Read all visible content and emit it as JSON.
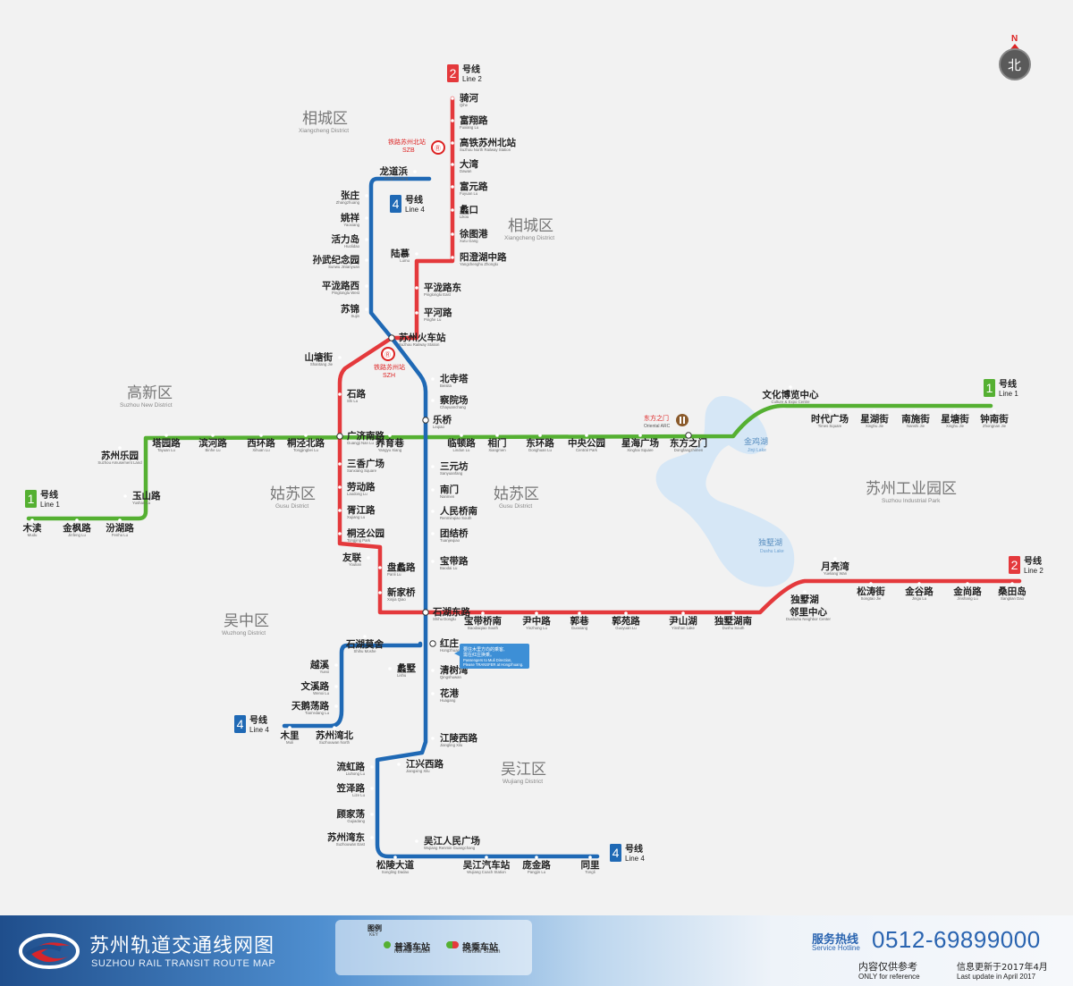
{
  "compass": {
    "north_letter": "N",
    "north_cn": "北"
  },
  "colors": {
    "line1": "#55b032",
    "line2": "#e4393c",
    "line4": "#1f69b5",
    "lake": "#d6e7f6",
    "background": "#f2f2f2"
  },
  "line_labels": [
    {
      "number": "2",
      "cn": "号线",
      "en": "Line 2",
      "color": "line2"
    },
    {
      "number": "4",
      "cn": "号线",
      "en": "Line 4",
      "color": "line4"
    },
    {
      "number": "1",
      "cn": "号线",
      "en": "Line 1",
      "color": "line1"
    },
    {
      "number": "1",
      "cn": "号线",
      "en": "Line 1",
      "color": "line1"
    },
    {
      "number": "2",
      "cn": "号线",
      "en": "Line 2",
      "color": "line2"
    },
    {
      "number": "4",
      "cn": "号线",
      "en": "Line 4",
      "color": "line4"
    },
    {
      "number": "4",
      "cn": "号线",
      "en": "Line 4",
      "color": "line4"
    }
  ],
  "districts": [
    {
      "cn": "相城区",
      "en": "Xiangcheng District"
    },
    {
      "cn": "相城区",
      "en": "Xiangcheng District"
    },
    {
      "cn": "高新区",
      "en": "Suzhou New District"
    },
    {
      "cn": "姑苏区",
      "en": "Gusu District"
    },
    {
      "cn": "姑苏区",
      "en": "Gusu District"
    },
    {
      "cn": "苏州工业园区",
      "en": "Suzhou Industrial Park"
    },
    {
      "cn": "吴中区",
      "en": "Wuzhong District"
    },
    {
      "cn": "吴江区",
      "en": "Wujiang District"
    }
  ],
  "lakes": [
    {
      "cn": "金鸡湖",
      "en": "Jinji Lake"
    },
    {
      "cn": "独墅湖",
      "en": "Dushu Lake"
    }
  ],
  "rail_stations": [
    {
      "cn": "铁路苏州北站",
      "en": "SZB"
    },
    {
      "cn": "铁路苏州站",
      "en": "SZH"
    }
  ],
  "landmark": {
    "cn": "东方之门",
    "en": "Oriental ARC"
  },
  "note": {
    "cn1": "要往木里方向的乘客,",
    "cn2": "需在红庄换乘。",
    "en1": "Passengers to Muli Direction,",
    "en2": "Please TRANSFER at Hongzhuang."
  },
  "stations": [
    {
      "cn": "骑河",
      "en": "Qihe"
    },
    {
      "cn": "富翔路",
      "en": "Fuxiang Lu"
    },
    {
      "cn": "高铁苏州北站",
      "en": "Suzhou North Railway Station"
    },
    {
      "cn": "大湾",
      "en": "Dawan"
    },
    {
      "cn": "富元路",
      "en": "Fuyuan Lu"
    },
    {
      "cn": "蠡口",
      "en": "Likou"
    },
    {
      "cn": "徐图港",
      "en": "Xutu Gang"
    },
    {
      "cn": "阳澄湖中路",
      "en": "Yangchenghu Zhonglu"
    },
    {
      "cn": "陆慕",
      "en": "Lumu"
    },
    {
      "cn": "平泷路东",
      "en": "Pinglonglu East"
    },
    {
      "cn": "平河路",
      "en": "Pinghe Lu"
    },
    {
      "cn": "苏州火车站",
      "en": "Suzhou Railway Station"
    },
    {
      "cn": "山塘街",
      "en": "Shantang Jie"
    },
    {
      "cn": "石路",
      "en": "Shi Lu"
    },
    {
      "cn": "广济南路",
      "en": "Guangji Nan Lu"
    },
    {
      "cn": "三香广场",
      "en": "Sanxiang Square"
    },
    {
      "cn": "劳动路",
      "en": "Laodong Lu"
    },
    {
      "cn": "胥江路",
      "en": "Xujiang Lu"
    },
    {
      "cn": "桐泾公园",
      "en": "Tongjing Park"
    },
    {
      "cn": "友联",
      "en": "Youlian"
    },
    {
      "cn": "盘蠡路",
      "en": "Panli Lu"
    },
    {
      "cn": "新家桥",
      "en": "Xinjia Qiao"
    },
    {
      "cn": "石湖东路",
      "en": "Shihu Donglu"
    },
    {
      "cn": "宝带桥南",
      "en": "Baodaiqiao South"
    },
    {
      "cn": "尹中路",
      "en": "Yinzhong Lu"
    },
    {
      "cn": "郭巷",
      "en": "Guoxiang"
    },
    {
      "cn": "郭苑路",
      "en": "Guoyuan Lu"
    },
    {
      "cn": "尹山湖",
      "en": "Yinshan Lake"
    },
    {
      "cn": "独墅湖南",
      "en": "Dushu South"
    },
    {
      "cn": "独墅湖",
      "en": ""
    },
    {
      "cn": "邻里中心",
      "en": "Dushuhu Neighbor Center"
    },
    {
      "cn": "月亮湾",
      "en": "Yueliang Wan"
    },
    {
      "cn": "松涛街",
      "en": "Songtao Jie"
    },
    {
      "cn": "金谷路",
      "en": "Jingu Lu"
    },
    {
      "cn": "金尚路",
      "en": "Jinshang Lu"
    },
    {
      "cn": "桑田岛",
      "en": "Sangtian Dao"
    },
    {
      "cn": "木渎",
      "en": "Mudu"
    },
    {
      "cn": "金枫路",
      "en": "Jinfeng Lu"
    },
    {
      "cn": "汾湖路",
      "en": "Fenhu Lu"
    },
    {
      "cn": "玉山路",
      "en": "Yushan Lu"
    },
    {
      "cn": "苏州乐园",
      "en": "Suzhou Amusement Land"
    },
    {
      "cn": "塔园路",
      "en": "Tayuan Lu"
    },
    {
      "cn": "滨河路",
      "en": "Binhe Lu"
    },
    {
      "cn": "西环路",
      "en": "Xihuan Lu"
    },
    {
      "cn": "桐泾北路",
      "en": "Tongjingbei Lu"
    },
    {
      "cn": "养育巷",
      "en": "Yangyu Xiang"
    },
    {
      "cn": "乐桥",
      "en": "Leqiao"
    },
    {
      "cn": "临顿路",
      "en": "Lindun Lu"
    },
    {
      "cn": "相门",
      "en": "Xiangmen"
    },
    {
      "cn": "东环路",
      "en": "Donghuan Lu"
    },
    {
      "cn": "中央公园",
      "en": "Central Park"
    },
    {
      "cn": "星海广场",
      "en": "Xinghai Square"
    },
    {
      "cn": "东方之门",
      "en": "Dongfangzhimen"
    },
    {
      "cn": "文化博览中心",
      "en": "Culture & Expo Centre"
    },
    {
      "cn": "时代广场",
      "en": "Times Square"
    },
    {
      "cn": "星湖街",
      "en": "Xinghu Jie"
    },
    {
      "cn": "南施街",
      "en": "Nanshi Jie"
    },
    {
      "cn": "星塘街",
      "en": "Xinghu Jie"
    },
    {
      "cn": "钟南街",
      "en": "Zhongnan Jie"
    },
    {
      "cn": "龙道浜",
      "en": "Longdaobang"
    },
    {
      "cn": "张庄",
      "en": "Zhangzhuang"
    },
    {
      "cn": "姚祥",
      "en": "Yaoxiang"
    },
    {
      "cn": "活力岛",
      "en": "Huolidao"
    },
    {
      "cn": "孙武纪念园",
      "en": "Sunwu Jinianyuan"
    },
    {
      "cn": "平泷路西",
      "en": "Pinglonglu West"
    },
    {
      "cn": "苏锦",
      "en": "Sujin"
    },
    {
      "cn": "北寺塔",
      "en": "Beisita"
    },
    {
      "cn": "察院场",
      "en": "Chayuanchang"
    },
    {
      "cn": "三元坊",
      "en": "Sanyuanfang"
    },
    {
      "cn": "南门",
      "en": "Nanmen"
    },
    {
      "cn": "人民桥南",
      "en": "Renminqiao South"
    },
    {
      "cn": "团结桥",
      "en": "Tuanjieqiao"
    },
    {
      "cn": "宝带路",
      "en": "Baodai Lu"
    },
    {
      "cn": "红庄",
      "en": "Hongzhuang"
    },
    {
      "cn": "清树湾",
      "en": "Qingshuwan"
    },
    {
      "cn": "花港",
      "en": "Huagang"
    },
    {
      "cn": "江陵西路",
      "en": "Jiangling Xilu"
    },
    {
      "cn": "江兴西路",
      "en": "Jiangxing Xilu"
    },
    {
      "cn": "流虹路",
      "en": "Liuhong Lu"
    },
    {
      "cn": "笠泽路",
      "en": "Lize Lu"
    },
    {
      "cn": "顾家荡",
      "en": "Gujiadang"
    },
    {
      "cn": "苏州湾东",
      "en": "Suzhouwan East"
    },
    {
      "cn": "松陵大道",
      "en": "Songling Dadao"
    },
    {
      "cn": "吴江人民广场",
      "en": "Wujiang Renmin Guangchang"
    },
    {
      "cn": "吴江汽车站",
      "en": "Wujiang Coach Station"
    },
    {
      "cn": "庞金路",
      "en": "Pangjin Lu"
    },
    {
      "cn": "同里",
      "en": "Tongli"
    },
    {
      "cn": "石湖莫舍",
      "en": "Shihu Moshe"
    },
    {
      "cn": "蠡墅",
      "en": "Lishu"
    },
    {
      "cn": "越溪",
      "en": "Yuexi"
    },
    {
      "cn": "文溪路",
      "en": "Wenxi Lu"
    },
    {
      "cn": "天鹅荡路",
      "en": "Tian'edang Lu"
    },
    {
      "cn": "苏州湾北",
      "en": "Suzhouwan North"
    },
    {
      "cn": "木里",
      "en": "Muli"
    }
  ],
  "footer": {
    "title": "苏州轨道交通线网图",
    "subtitle": "SUZHOU RAIL TRANSIT ROUTE MAP",
    "legend_caption": "图例",
    "legend_caption_en": "KEY",
    "normal_cn": "普通车站",
    "normal_en": "Normal Station",
    "transfer_cn": "换乘车站",
    "transfer_en": "Transfer Station",
    "hotline_cn": "服务热线",
    "hotline_en": "Service Hotline",
    "hotline_number": "0512-69899000",
    "ref_cn": "内容仅供参考",
    "ref_en": "ONLY for reference",
    "update_cn": "信息更新于2017年4月",
    "update_en": "Last update in April 2017"
  }
}
